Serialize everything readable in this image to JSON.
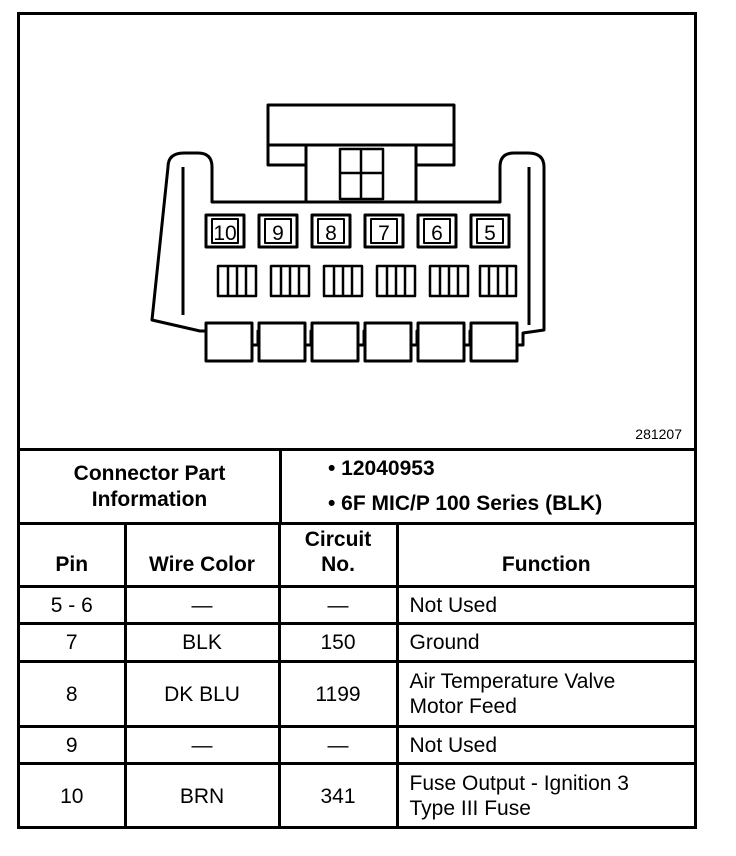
{
  "figure_number": "281207",
  "connector": {
    "pin_labels": [
      "10",
      "9",
      "8",
      "7",
      "6",
      "5"
    ]
  },
  "info": {
    "label_line1": "Connector Part",
    "label_line2": "Information",
    "items": [
      "• 12040953",
      "• 6F MIC/P 100 Series (BLK)"
    ]
  },
  "table": {
    "headers": {
      "pin": "Pin",
      "wire_color": "Wire Color",
      "circuit_line1": "Circuit",
      "circuit_line2": "No.",
      "function": "Function"
    },
    "rows": [
      {
        "pin": "5 - 6",
        "wire": "—",
        "circuit": "—",
        "function_lines": [
          "Not Used"
        ]
      },
      {
        "pin": "7",
        "wire": "BLK",
        "circuit": "150",
        "function_lines": [
          "Ground"
        ]
      },
      {
        "pin": "8",
        "wire": "DK BLU",
        "circuit": "1199",
        "function_lines": [
          "Air Temperature Valve",
          "Motor Feed"
        ]
      },
      {
        "pin": "9",
        "wire": "—",
        "circuit": "—",
        "function_lines": [
          "Not Used"
        ]
      },
      {
        "pin": "10",
        "wire": "BRN",
        "circuit": "341",
        "function_lines": [
          "Fuse Output - Ignition 3",
          "Type III Fuse"
        ]
      }
    ]
  }
}
